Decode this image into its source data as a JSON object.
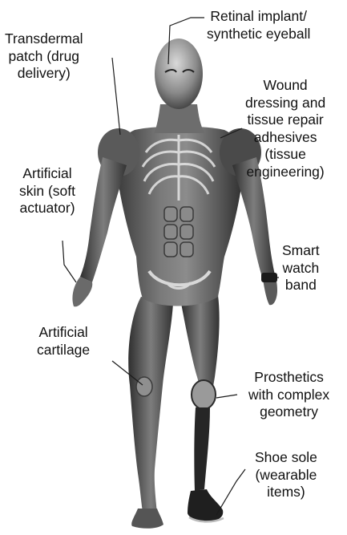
{
  "colors": {
    "background": "#ffffff",
    "text": "#111111",
    "figure_dark": "#2b2b2b",
    "figure_mid": "#6e6e6e",
    "figure_light": "#b5b5b5",
    "leader_line": "#1a1a1a"
  },
  "figure": {
    "icon": "human-anatomy-figure"
  },
  "labels": {
    "retinal": "Retinal implant/ synthetic eyeball",
    "retinal_l1": "Retinal implant/",
    "retinal_l2": "synthetic eyeball",
    "transdermal": "Transdermal patch (drug delivery)",
    "transdermal_l1": "Transdermal",
    "transdermal_l2": "patch (drug",
    "transdermal_l3": "delivery)",
    "wound": "Wound dressing and tissue repair adhesives (tissue engineering)",
    "wound_l1": "Wound",
    "wound_l2": "dressing and",
    "wound_l3": "tissue repair",
    "wound_l4": "adhesives",
    "wound_l5": "(tissue",
    "wound_l6": "engineering)",
    "skin": "Artificial skin (soft actuator)",
    "skin_l1": "Artificial",
    "skin_l2": "skin (soft",
    "skin_l3": "actuator)",
    "watch": "Smart watch band",
    "watch_l1": "Smart",
    "watch_l2": "watch",
    "watch_l3": "band",
    "cartilage": "Artificial cartilage",
    "cartilage_l1": "Artificial",
    "cartilage_l2": "cartilage",
    "prosthetics": "Prosthetics with complex geometry",
    "prosthetics_l1": "Prosthetics",
    "prosthetics_l2": "with complex",
    "prosthetics_l3": "geometry",
    "shoe": "Shoe sole (wearable items)",
    "shoe_l1": "Shoe sole",
    "shoe_l2": "(wearable",
    "shoe_l3": "items)"
  }
}
